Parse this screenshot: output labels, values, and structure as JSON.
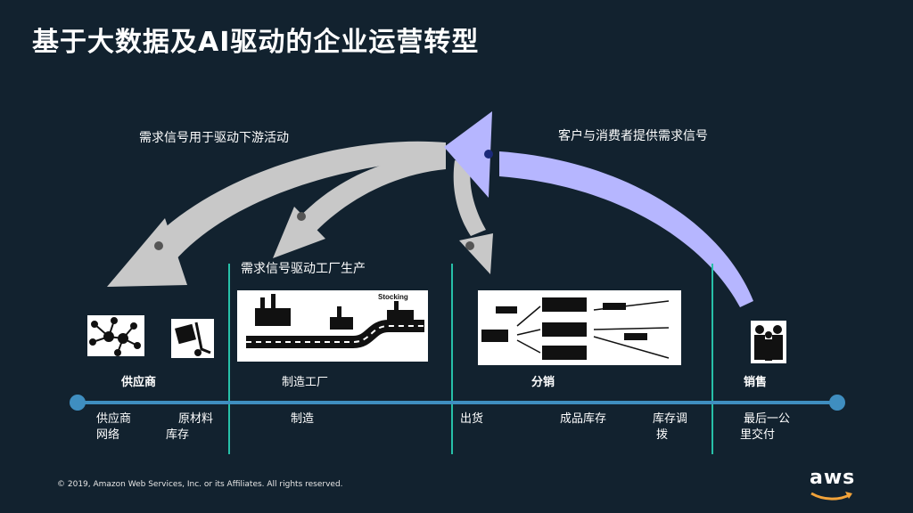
{
  "title": "基于大数据及AI驱动的企业运营转型",
  "arrows": {
    "left_caption": "需求信号用于驱动下游活动",
    "right_caption": "客户与消费者提供需求信号",
    "factory_caption": "需求信号驱动工厂生产"
  },
  "panels": {
    "factory_tag": "Stocking"
  },
  "stages": [
    {
      "label": "供应商"
    },
    {
      "label": "制造工厂"
    },
    {
      "label": "分销"
    },
    {
      "label": "销售"
    }
  ],
  "steps": [
    {
      "label": "供应商\n网络"
    },
    {
      "label": "原材料\n库存"
    },
    {
      "label": "制造"
    },
    {
      "label": "出货"
    },
    {
      "label": "成品库存"
    },
    {
      "label": "库存调\n拨"
    },
    {
      "label": "最后一公\n里交付"
    }
  ],
  "footer": "© 2019, Amazon Web Services, Inc. or its Affiliates. All rights reserved.",
  "logo": "aws",
  "colors": {
    "background": "#12222f",
    "divider": "#27c0a8",
    "timeline": "#3f8ec0",
    "demand_arrow": "#b6b6ff",
    "downstream_arrow": "#c8c8c8",
    "logo_smile": "#f2a33a"
  }
}
